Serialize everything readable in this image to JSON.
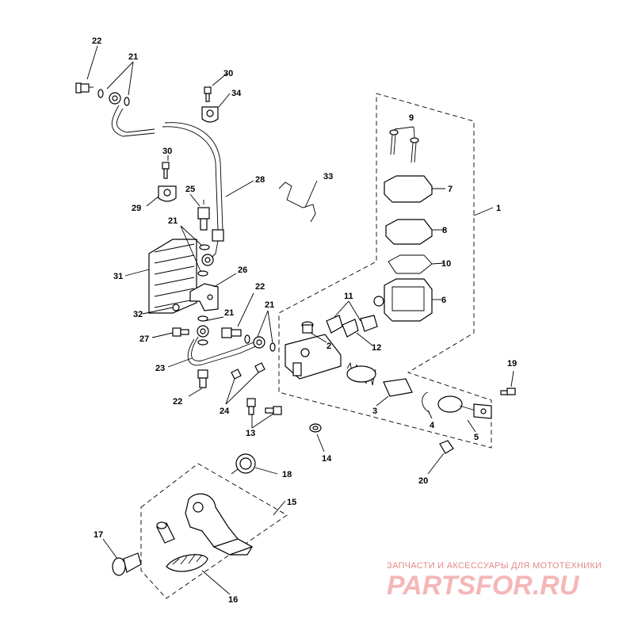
{
  "callouts": [
    {
      "id": "c1",
      "text": "1"
    },
    {
      "id": "c2",
      "text": "2"
    },
    {
      "id": "c3",
      "text": "3"
    },
    {
      "id": "c4",
      "text": "4"
    },
    {
      "id": "c5",
      "text": "5"
    },
    {
      "id": "c6",
      "text": "6"
    },
    {
      "id": "c7",
      "text": "7"
    },
    {
      "id": "c8",
      "text": "8"
    },
    {
      "id": "c9",
      "text": "9"
    },
    {
      "id": "c10",
      "text": "10"
    },
    {
      "id": "c11",
      "text": "11"
    },
    {
      "id": "c12",
      "text": "12"
    },
    {
      "id": "c13",
      "text": "13"
    },
    {
      "id": "c14",
      "text": "14"
    },
    {
      "id": "c15",
      "text": "15"
    },
    {
      "id": "c16",
      "text": "16"
    },
    {
      "id": "c17",
      "text": "17"
    },
    {
      "id": "c18",
      "text": "18"
    },
    {
      "id": "c19",
      "text": "19"
    },
    {
      "id": "c20",
      "text": "20"
    },
    {
      "id": "c21a",
      "text": "21"
    },
    {
      "id": "c21b",
      "text": "21"
    },
    {
      "id": "c21c",
      "text": "21"
    },
    {
      "id": "c21d",
      "text": "21"
    },
    {
      "id": "c22a",
      "text": "22"
    },
    {
      "id": "c22b",
      "text": "22"
    },
    {
      "id": "c22c",
      "text": "22"
    },
    {
      "id": "c23",
      "text": "23"
    },
    {
      "id": "c24",
      "text": "24"
    },
    {
      "id": "c25",
      "text": "25"
    },
    {
      "id": "c26",
      "text": "26"
    },
    {
      "id": "c27",
      "text": "27"
    },
    {
      "id": "c28",
      "text": "28"
    },
    {
      "id": "c29",
      "text": "29"
    },
    {
      "id": "c30a",
      "text": "30"
    },
    {
      "id": "c30b",
      "text": "30"
    },
    {
      "id": "c31",
      "text": "31"
    },
    {
      "id": "c32",
      "text": "32"
    },
    {
      "id": "c33",
      "text": "33"
    },
    {
      "id": "c34",
      "text": "34"
    }
  ],
  "watermark": {
    "tagline": "ЗАПЧАСТИ И АКСЕССУАРЫ ДЛЯ МОТОТЕХНИКИ",
    "brand": "PARTSFOR.RU",
    "color": "#f4b7b7"
  }
}
